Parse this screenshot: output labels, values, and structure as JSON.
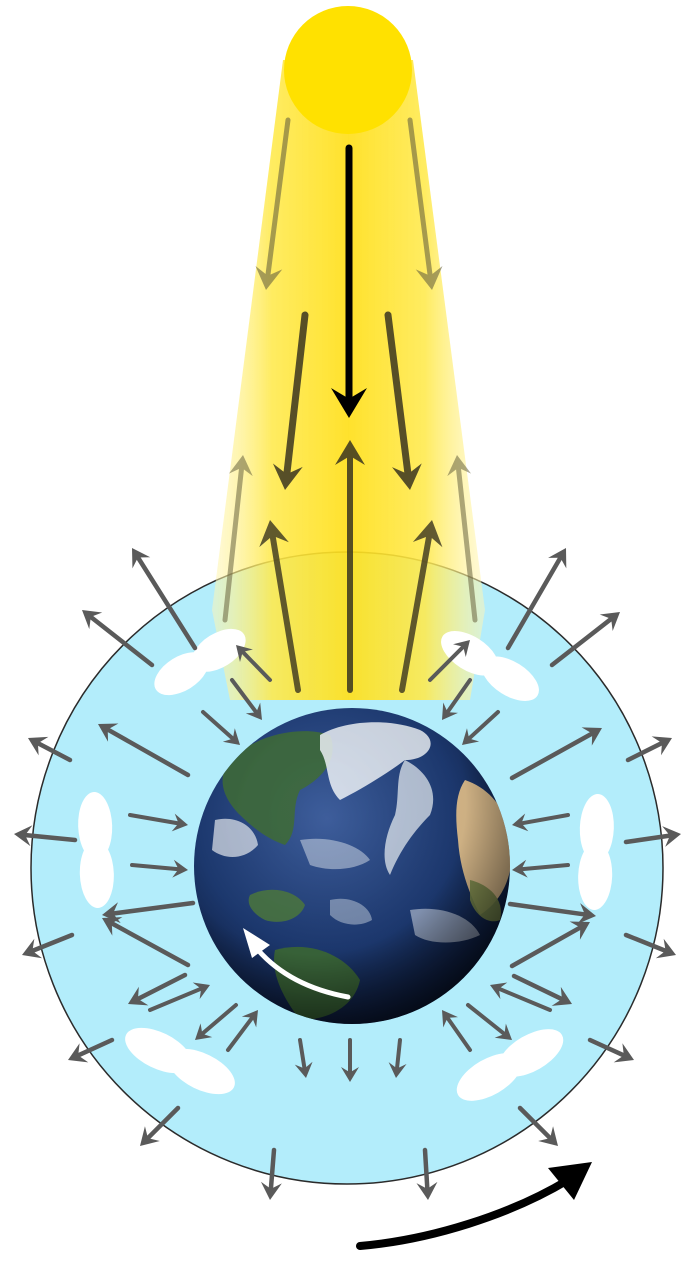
{
  "colors": {
    "sun": "#FFE100",
    "beam": "#FFE94A",
    "atmosphere": "#B3EDFB",
    "atmosphere_edge": "#2B2B2B",
    "cloud": "#FFFFFF",
    "ocean": "#1B3468",
    "land": "#3F6B3A",
    "desert": "#D8B98A",
    "incoming_arrow": "#000000",
    "outgoing_arrow": "#5A5A5A",
    "rotation_arrow": "#000000",
    "earth_rotation_arrow": "#FFFFFF"
  },
  "icons": {
    "sun": "sun-icon",
    "earth": "earth-globe-icon",
    "atmosphere": "atmosphere-ring",
    "cloud": "cloud-icon",
    "rotation": "curved-arrow-icon"
  },
  "clouds": [
    {
      "name": "cloud-upper-left"
    },
    {
      "name": "cloud-upper-right"
    },
    {
      "name": "cloud-left"
    },
    {
      "name": "cloud-right"
    },
    {
      "name": "cloud-lower-left"
    },
    {
      "name": "cloud-lower-right"
    }
  ]
}
